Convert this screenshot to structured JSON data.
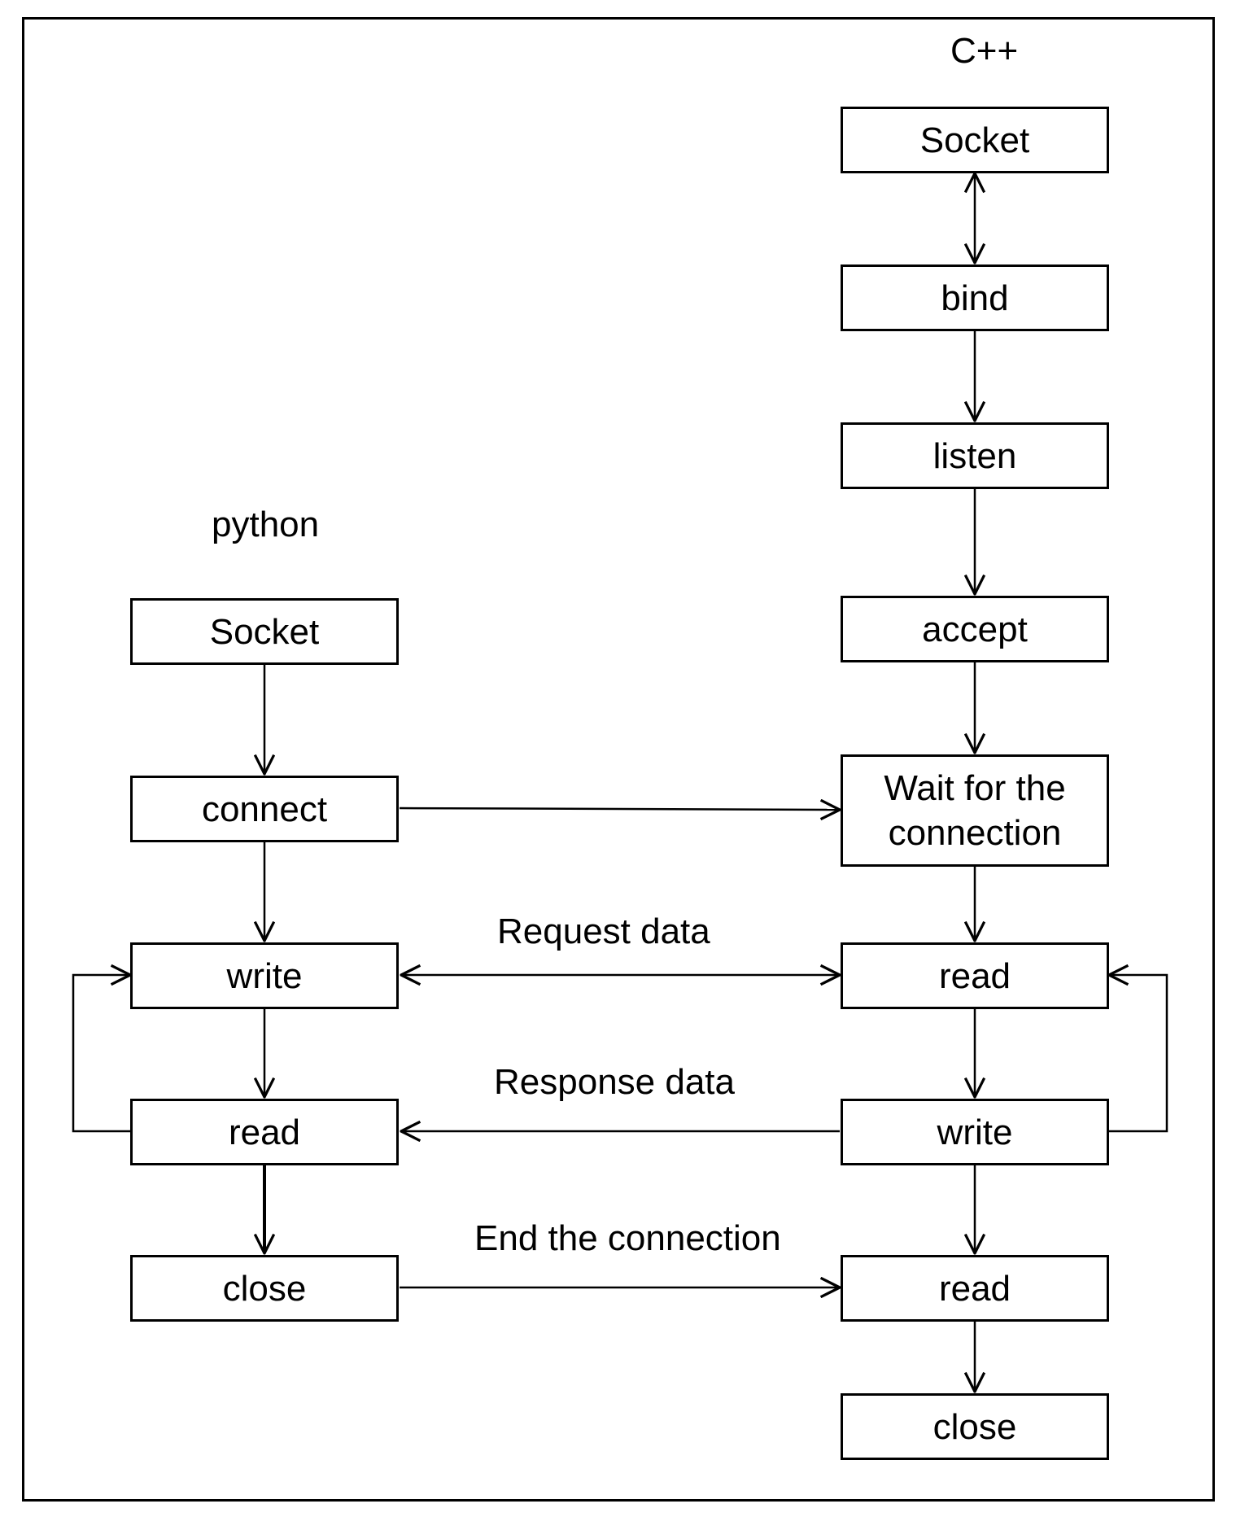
{
  "lanes": {
    "python": "python",
    "cpp": "C++"
  },
  "python": {
    "socket": "Socket",
    "connect": "connect",
    "write": "write",
    "read": "read",
    "close": "close"
  },
  "cpp": {
    "socket": "Socket",
    "bind": "bind",
    "listen": "listen",
    "accept": "accept",
    "wait_l1": "Wait for the",
    "wait_l2": "connection",
    "read": "read",
    "write": "write",
    "read2": "read",
    "close": "close"
  },
  "messages": {
    "request": "Request data",
    "response": "Response data",
    "end": "End the connection"
  }
}
